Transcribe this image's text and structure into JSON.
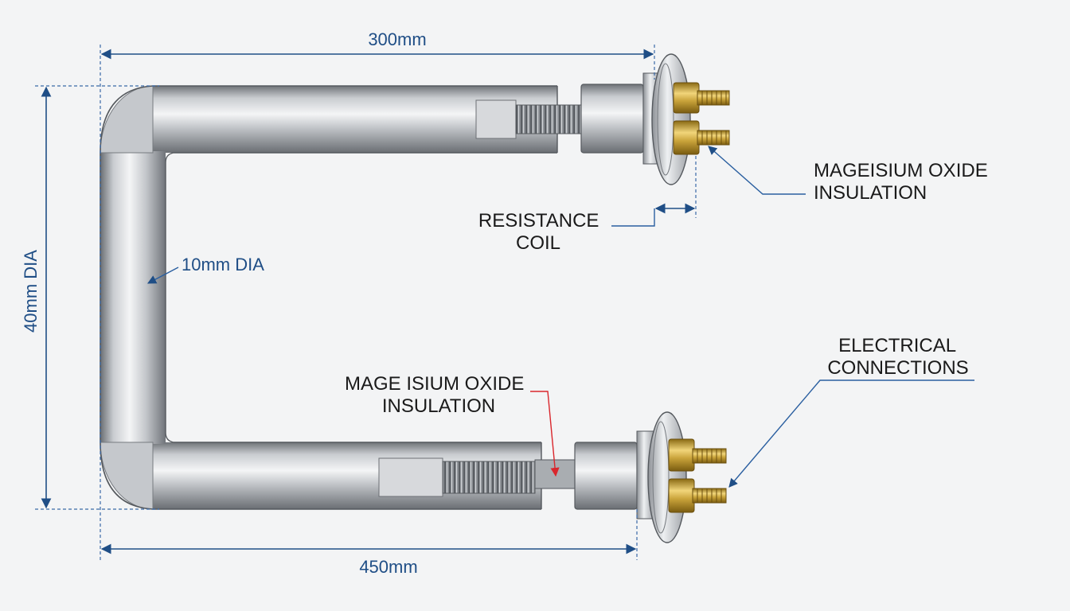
{
  "dimensions": {
    "top_length": "300mm",
    "bottom_length": "450mm",
    "height": "40mm DIA",
    "tube_diameter": "10mm DIA"
  },
  "callouts": {
    "insulation_top": [
      "MAGEISIUM OXIDE",
      "INSULATION"
    ],
    "resistance_coil": [
      "RESISTANCE",
      "COIL"
    ],
    "electrical_connections": [
      "ELECTRICAL",
      "CONNECTIONS"
    ],
    "insulation_bottom": [
      "MAGE ISIUM OXIDE",
      "INSULATION"
    ]
  },
  "colors": {
    "dimension_blue": "#1f4e86",
    "leader_red": "#d9262c",
    "tube_steel": "#b9bcc0",
    "terminal_brass": "#c9a33a"
  }
}
